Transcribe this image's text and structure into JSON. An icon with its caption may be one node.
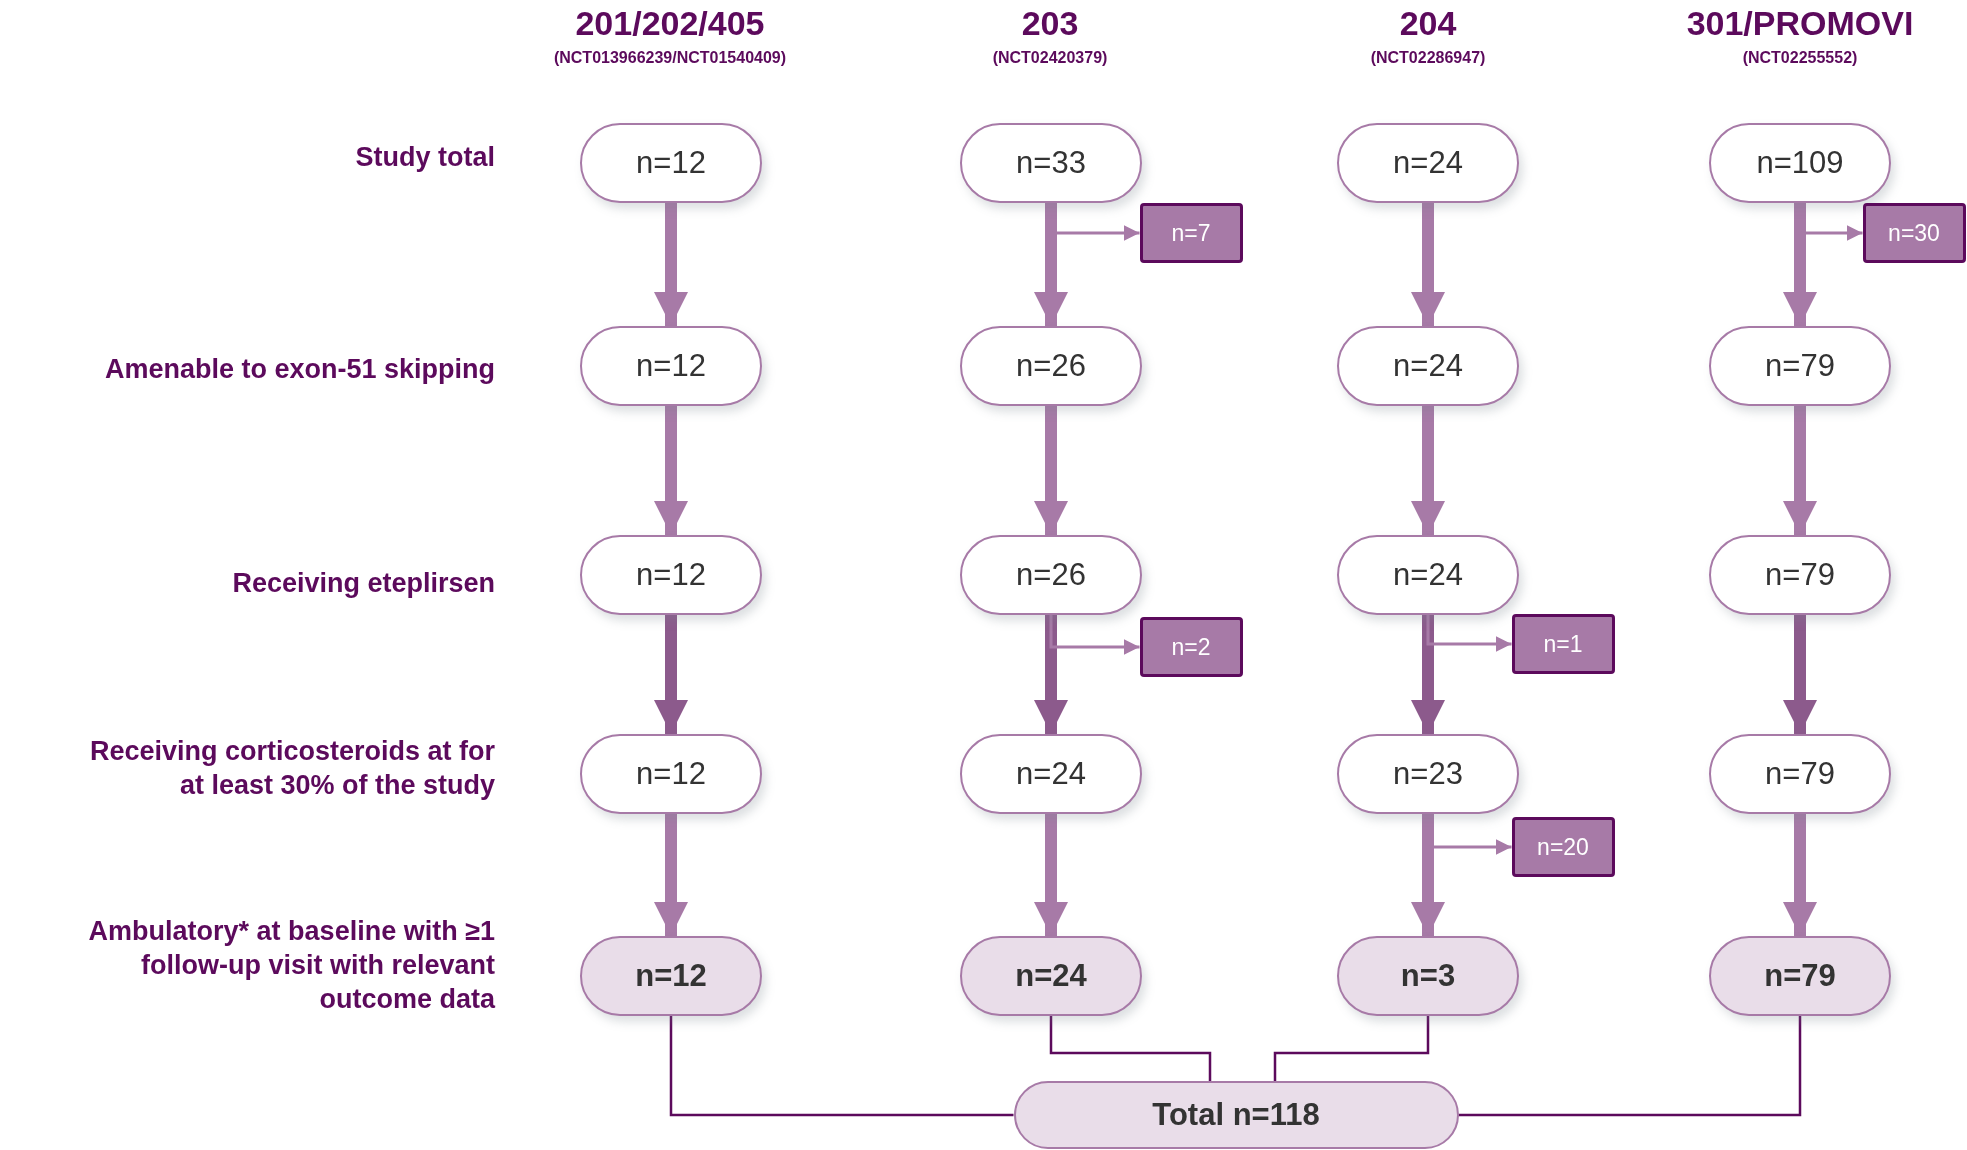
{
  "diagram": {
    "nodes": [
      {
        "text": [
          "n=12"
        ]
      },
      {
        "text": [
          "n=33"
        ]
      },
      {
        "text": [
          "n=24"
        ]
      },
      {
        "text": [
          "n=109"
        ]
      },
      {
        "text": [
          "n=7"
        ]
      },
      {
        "text": [
          "n=30"
        ]
      },
      {
        "text": [
          "n=12"
        ]
      },
      {
        "text": [
          "n=26"
        ]
      },
      {
        "text": [
          "n=24"
        ]
      },
      {
        "text": [
          "n=79"
        ]
      },
      {
        "text": [
          "n=12"
        ]
      },
      {
        "text": [
          "n=26"
        ]
      },
      {
        "text": [
          "n=24"
        ]
      },
      {
        "text": [
          "n=79"
        ]
      },
      {
        "text": [
          "n=2"
        ]
      },
      {
        "text": [
          "n=1"
        ]
      },
      {
        "text": [
          "n=12"
        ]
      },
      {
        "text": [
          "n=24"
        ]
      },
      {
        "text": [
          "n=23"
        ]
      },
      {
        "text": [
          "n=79"
        ]
      },
      {
        "text": [
          "n=20"
        ]
      },
      {
        "text": [
          "n=12"
        ]
      },
      {
        "text": [
          "n=24"
        ]
      },
      {
        "text": [
          "n=3"
        ]
      },
      {
        "text": [
          "n=79"
        ]
      },
      {
        "text": [
          "Total n=118"
        ]
      }
    ],
    "edges": [
      {
        "from": 0,
        "to": 6,
        "arrow": "to"
      },
      {
        "from": 1,
        "to": 7,
        "arrow": "to"
      },
      {
        "from": 1,
        "to": 4,
        "arrow": "to"
      },
      {
        "from": 2,
        "to": 8,
        "arrow": "to"
      },
      {
        "from": 3,
        "to": 9,
        "arrow": "to"
      },
      {
        "from": 3,
        "to": 5,
        "arrow": "to"
      },
      {
        "from": 6,
        "to": 10,
        "arrow": "to"
      },
      {
        "from": 7,
        "to": 11,
        "arrow": "to"
      },
      {
        "from": 8,
        "to": 12,
        "arrow": "to"
      },
      {
        "from": 9,
        "to": 13,
        "arrow": "to"
      },
      {
        "from": 10,
        "to": 16,
        "arrow": "to",
        "color": "#8c5a8c"
      },
      {
        "from": 11,
        "to": 17,
        "arrow": "to",
        "color": "#8c5a8c"
      },
      {
        "from": 11,
        "to": 14,
        "arrow": "to"
      },
      {
        "from": 12,
        "to": 18,
        "arrow": "to",
        "color": "#8c5a8c"
      },
      {
        "from": 12,
        "to": 15,
        "arrow": "to"
      },
      {
        "from": 13,
        "to": 19,
        "arrow": "to",
        "color": "#8c5a8c"
      },
      {
        "from": 16,
        "to": 21,
        "arrow": "to"
      },
      {
        "from": 17,
        "to": 22,
        "arrow": "to"
      },
      {
        "from": 18,
        "to": 23,
        "arrow": "to"
      },
      {
        "from": 18,
        "to": 20,
        "arrow": "to"
      },
      {
        "from": 19,
        "to": 24,
        "arrow": "to"
      },
      {
        "from": 21,
        "to": 25,
        "arrow": "none",
        "color": "#5c0a5c"
      },
      {
        "from": 22,
        "to": 25,
        "arrow": "none",
        "color": "#5c0a5c"
      },
      {
        "from": 23,
        "to": 25,
        "arrow": "none",
        "color": "#5c0a5c"
      },
      {
        "from": 24,
        "to": 25,
        "arrow": "none",
        "color": "#5c0a5c"
      }
    ],
    "labels": [
      "201/202/405",
      "(NCT013966239/NCT01540409)",
      "203",
      "(NCT02420379)",
      "204",
      "(NCT02286947)",
      "301/PROMOVI",
      "(NCT02255552)",
      "Study total",
      "Amenable to exon-51 skipping",
      "Receiving eteplirsen",
      "Receiving corticosteroids at for at least 30% of the study",
      "Ambulatory* at baseline with ≥1 follow-up visit with relevant outcome data"
    ]
  }
}
